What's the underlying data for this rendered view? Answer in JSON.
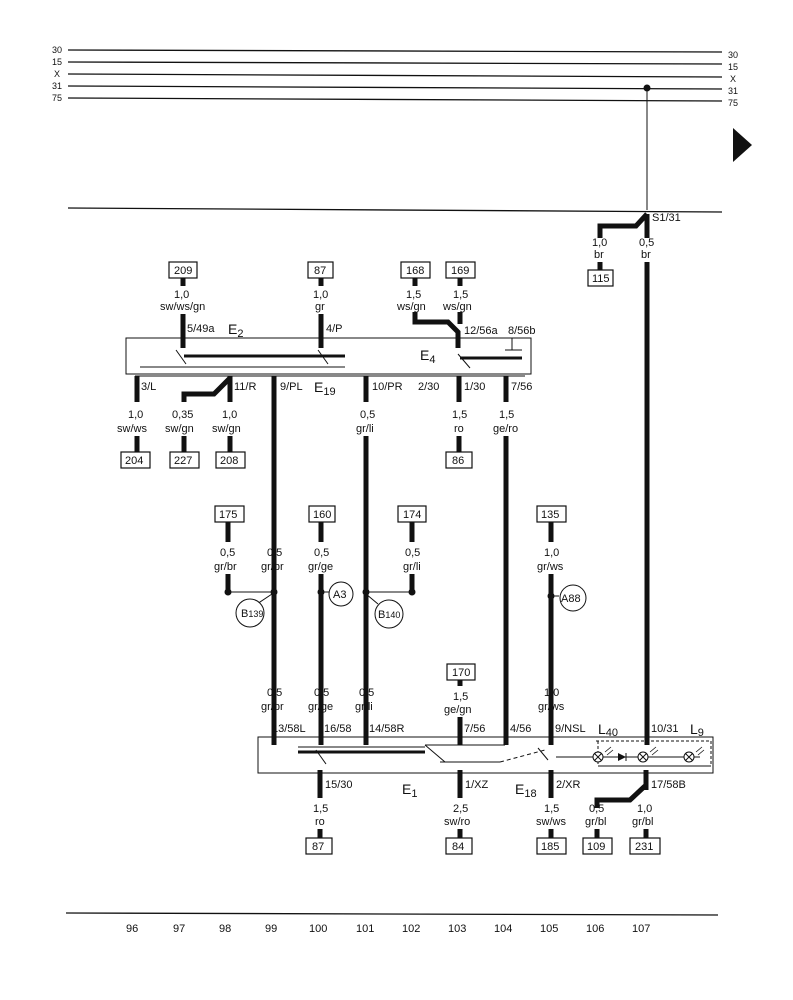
{
  "buses": [
    {
      "left": "30",
      "right": "30"
    },
    {
      "left": "15",
      "right": "15"
    },
    {
      "left": "X",
      "right": "X"
    },
    {
      "left": "31",
      "right": "31"
    },
    {
      "left": "75",
      "right": "75"
    }
  ],
  "terminals": {
    "t209": "209",
    "t87a": "87",
    "t168": "168",
    "t169": "169",
    "t115": "115",
    "t204": "204",
    "t227": "227",
    "t208": "208",
    "t86": "86",
    "t175": "175",
    "t160": "160",
    "t174": "174",
    "t135": "135",
    "t170": "170",
    "t87b": "87",
    "t84": "84",
    "t185": "185",
    "t109": "109",
    "t231": "231"
  },
  "wires": {
    "w209": {
      "size": "1,0",
      "color": "sw/ws/gn"
    },
    "w87a": {
      "size": "1,0",
      "color": "gr"
    },
    "w168": {
      "size": "1,5",
      "color": "ws/gn"
    },
    "w169": {
      "size": "1,5",
      "color": "ws/gn"
    },
    "w115": {
      "size": "1,0",
      "color": "br"
    },
    "w31": {
      "size": "0,5",
      "color": "br"
    },
    "w204": {
      "size": "1,0",
      "color": "sw/ws"
    },
    "w227": {
      "size": "0,35",
      "color": "sw/gn"
    },
    "w208": {
      "size": "1,0",
      "color": "sw/gn"
    },
    "w86": {
      "size": "1,5",
      "color": "ro"
    },
    "wgero_up": {
      "size": "1,5",
      "color": "ge/ro"
    },
    "w175": {
      "size": "0,5",
      "color": "gr/br"
    },
    "w99a": {
      "size": "0,5",
      "color": "gr/br"
    },
    "w160": {
      "size": "0,5",
      "color": "gr/ge"
    },
    "w101a": {
      "size": "0,5",
      "color": "gr/li"
    },
    "w174": {
      "size": "0,5",
      "color": "gr/li"
    },
    "w135": {
      "size": "1,0",
      "color": "gr/ws"
    },
    "w99b": {
      "size": "0,5",
      "color": "gr/br"
    },
    "w100b": {
      "size": "0,5",
      "color": "gr/ge"
    },
    "w101b": {
      "size": "0,5",
      "color": "gr/li"
    },
    "w170": {
      "size": "1,5",
      "color": "ge/gn"
    },
    "w105b": {
      "size": "1,0",
      "color": "gr/ws"
    },
    "w87b": {
      "size": "1,5",
      "color": "ro"
    },
    "w84": {
      "size": "2,5",
      "color": "sw/ro"
    },
    "w185": {
      "size": "1,5",
      "color": "sw/ws"
    },
    "w109": {
      "size": "0,5",
      "color": "gr/bl"
    },
    "w231": {
      "size": "1,0",
      "color": "gr/bl"
    }
  },
  "pins": {
    "p5_49a": "5/49a",
    "p4_P": "4/P",
    "p12_56a": "12/56a",
    "p8_56b": "8/56b",
    "p3_L": "3/L",
    "p11_R": "11/R",
    "p9_PL": "9/PL",
    "p10_PR": "10/PR",
    "p2_30": "2/30",
    "p1_30": "1/30",
    "p7_56a": "7/56",
    "pS1_31": "S1/31",
    "p13_58L": "13/58L",
    "p16_58": "16/58",
    "p14_58R": "14/58R",
    "p7_56b": "7/56",
    "p4_56": "4/56",
    "p9_NSL": "9/NSL",
    "p10_31": "10/31",
    "p15_30": "15/30",
    "p1_XZ": "1/XZ",
    "p2_XR": "2/XR",
    "p17_58B": "17/58B"
  },
  "components": {
    "E2": {
      "main": "E",
      "sub": "2"
    },
    "E4": {
      "main": "E",
      "sub": "4"
    },
    "E19": {
      "main": "E",
      "sub": "19"
    },
    "L40": {
      "main": "L",
      "sub": "40"
    },
    "L9": {
      "main": "L",
      "sub": "9"
    },
    "E1": {
      "main": "E",
      "sub": "1"
    },
    "E18": {
      "main": "E",
      "sub": "18"
    }
  },
  "connectors": {
    "B139": {
      "main": "B",
      "sub": "139"
    },
    "A3": {
      "main": "A",
      "sub": "3"
    },
    "B140": {
      "main": "B",
      "sub": "140"
    },
    "A88": {
      "main": "A",
      "sub": "88"
    }
  },
  "columns": [
    "96",
    "97",
    "98",
    "99",
    "100",
    "101",
    "102",
    "103",
    "104",
    "105",
    "106",
    "107"
  ]
}
